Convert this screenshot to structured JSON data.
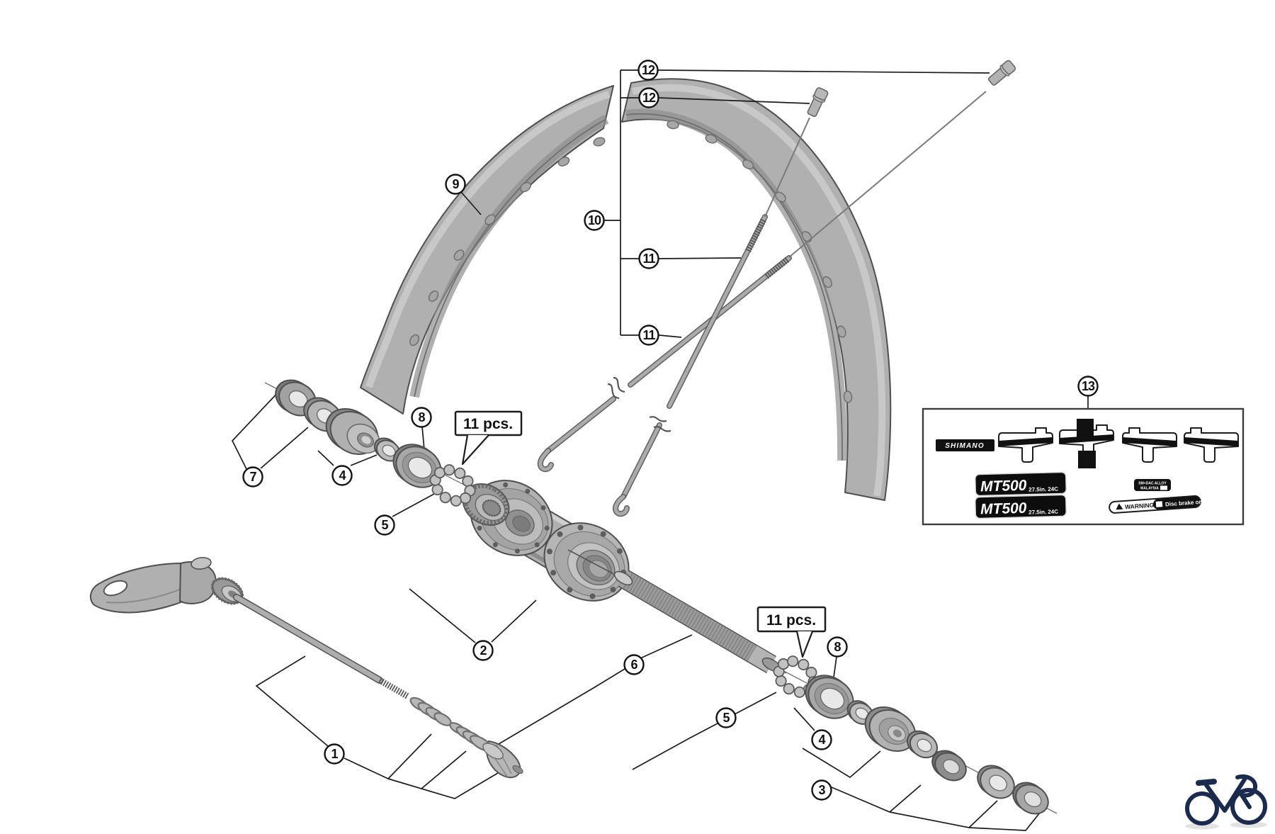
{
  "diagram": {
    "background": "#ffffff",
    "line_color": "#1c1c1c",
    "part_color": "#b0b0b0",
    "logo_color": "#1b2b4d"
  },
  "callouts": [
    {
      "label": "12"
    },
    {
      "label": "12"
    },
    {
      "label": "9"
    },
    {
      "label": "10"
    },
    {
      "label": "11"
    },
    {
      "label": "11"
    },
    {
      "label": "13"
    },
    {
      "label": "8"
    },
    {
      "label": "7"
    },
    {
      "label": "4"
    },
    {
      "label": "5"
    },
    {
      "label": "2"
    },
    {
      "label": "6"
    },
    {
      "label": "1"
    },
    {
      "label": "5"
    },
    {
      "label": "8"
    },
    {
      "label": "4"
    },
    {
      "label": "3"
    }
  ],
  "notes": {
    "pcs": "11 pcs."
  },
  "decals": {
    "brand": "SHIMANO",
    "model": "MT500",
    "spec": "27.5in. 24C",
    "badge_line1": "SM+DAC ALLOY",
    "badge_line2": "MALAYSIA",
    "warning_title": "WARNING",
    "warning_text": "Disc brake only!"
  }
}
